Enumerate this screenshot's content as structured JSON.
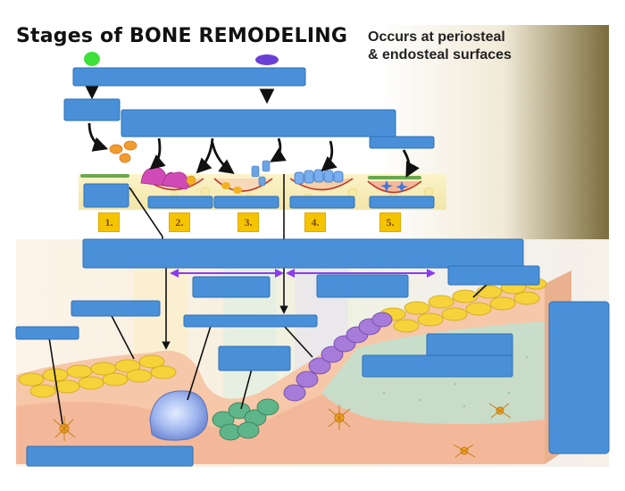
{
  "title": "Stages of BONE REMODELING",
  "subtitle": [
    "Occurs at periosteal",
    "& endosteal surfaces"
  ],
  "stage_numbers": [
    "1.",
    "2.",
    "3.",
    "4.",
    "5."
  ],
  "legend_dots": {
    "green": "#3ee03a",
    "purple": "#6a3fd6"
  },
  "colors": {
    "label_box": "#4a90d9",
    "arrow": "#111111",
    "arc_arrow": "#8a3cf0"
  }
}
